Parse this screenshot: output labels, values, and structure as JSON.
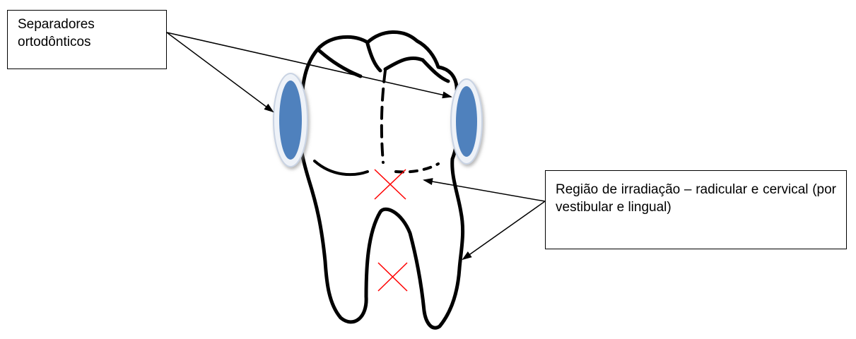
{
  "labels": {
    "separators": [
      "Separadores",
      "ortodônticos"
    ],
    "irradiation": "Região de irradiação – radicular e cervical (por vestibular e lingual)"
  },
  "colors": {
    "tooth_outline": "#000000",
    "separator_fill": "#4f81bd",
    "separator_rim": "#e8eef7",
    "cross_mark": "#ff0000",
    "arrow": "#000000"
  }
}
